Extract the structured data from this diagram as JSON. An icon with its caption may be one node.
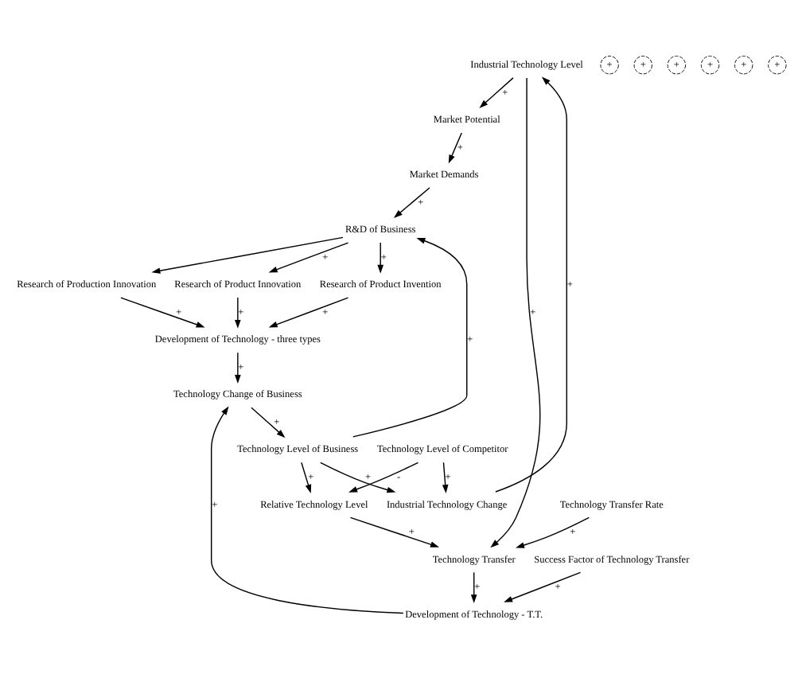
{
  "diagram": {
    "nodes": [
      {
        "text": [
          "Industrial Technology Level"
        ]
      },
      {
        "text": [
          "Industrial Technology Change"
        ]
      },
      {
        "text": [
          "Market Potential"
        ]
      },
      {
        "text": [
          "Market Demands"
        ]
      },
      {
        "text": [
          "Technology Level of Competitor"
        ]
      },
      {
        "text": [
          "Technology Level of Business"
        ]
      },
      {
        "text": [
          "R&D of Business"
        ]
      },
      {
        "text": [
          "Relative Technology Level"
        ]
      },
      {
        "text": [
          "Technology Change of Business"
        ]
      },
      {
        "text": [
          "Development of Technology - T.T."
        ]
      },
      {
        "text": [
          "Research of Product Innovation"
        ]
      },
      {
        "text": [
          "Research of Product Invention"
        ]
      },
      {
        "text": [
          "Technology Transfer"
        ]
      },
      {
        "text": [
          "Development of Technology - three types"
        ]
      },
      {
        "text": [
          "Research of Production Innovation"
        ]
      },
      {
        "text": [
          "Technology Transfer Rate"
        ]
      },
      {
        "text": [
          "Success Factor of Technology Transfer"
        ]
      }
    ],
    "edges": [
      {
        "from": 1,
        "to": 0,
        "arrow": "to",
        "label": "+"
      },
      {
        "from": 0,
        "to": 2,
        "arrow": "to",
        "label": "+"
      },
      {
        "from": 2,
        "to": 3,
        "arrow": "to",
        "label": "+"
      },
      {
        "from": 3,
        "to": 6,
        "arrow": "to",
        "label": "+"
      },
      {
        "from": 5,
        "to": 6,
        "arrow": "to",
        "label": "+"
      },
      {
        "from": 4,
        "to": 1,
        "arrow": "to",
        "label": "+"
      },
      {
        "from": 5,
        "to": 1,
        "arrow": "to",
        "label": "+"
      },
      {
        "from": 4,
        "to": 7,
        "arrow": "to",
        "label": "-"
      },
      {
        "from": 5,
        "to": 7,
        "arrow": "to",
        "label": "+"
      },
      {
        "from": 0,
        "to": 12,
        "arrow": "to",
        "label": "+"
      },
      {
        "from": 7,
        "to": 12,
        "arrow": "to",
        "label": "+"
      },
      {
        "from": 15,
        "to": 12,
        "arrow": "to",
        "label": "+"
      },
      {
        "from": 12,
        "to": 9,
        "arrow": "to",
        "label": "+"
      },
      {
        "from": 16,
        "to": 9,
        "arrow": "to",
        "label": "+"
      },
      {
        "from": 9,
        "to": 8,
        "arrow": "to",
        "label": "+"
      },
      {
        "from": 13,
        "to": 8,
        "arrow": "to",
        "label": "+"
      },
      {
        "from": 8,
        "to": 5,
        "arrow": "to",
        "label": "+"
      },
      {
        "from": 6,
        "to": 10,
        "arrow": "to",
        "label": "+"
      },
      {
        "from": 6,
        "to": 11,
        "arrow": "to",
        "label": "+"
      },
      {
        "from": 6,
        "to": 14,
        "arrow": "to"
      },
      {
        "from": 10,
        "to": 13,
        "arrow": "to",
        "label": "+"
      },
      {
        "from": 11,
        "to": 13,
        "arrow": "to",
        "label": "+"
      },
      {
        "from": 14,
        "to": 13,
        "arrow": "to",
        "label": "+"
      }
    ],
    "labels": [
      "+",
      "+",
      "+",
      "+",
      "+",
      "+"
    ]
  }
}
